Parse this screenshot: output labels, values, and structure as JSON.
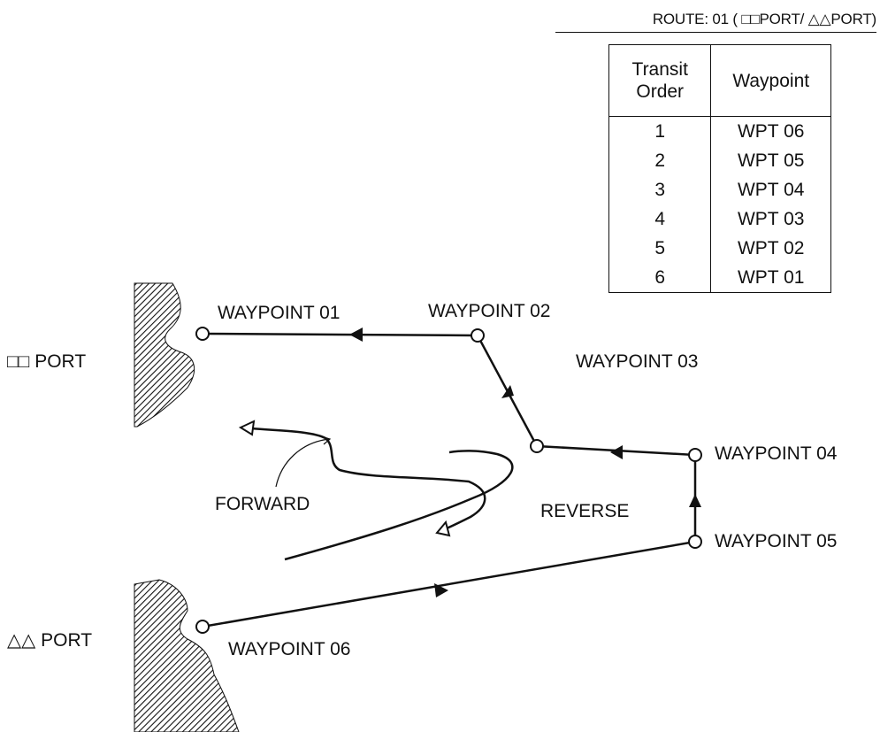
{
  "route_header": "ROUTE: 01 ( □□PORT/ △△PORT)",
  "table": {
    "headers": [
      "Transit Order",
      "Waypoint"
    ],
    "rows": [
      {
        "order": "1",
        "waypoint": "WPT 06"
      },
      {
        "order": "2",
        "waypoint": "WPT 05"
      },
      {
        "order": "3",
        "waypoint": "WPT 04"
      },
      {
        "order": "4",
        "waypoint": "WPT 03"
      },
      {
        "order": "5",
        "waypoint": "WPT 02"
      },
      {
        "order": "6",
        "waypoint": "WPT 01"
      }
    ]
  },
  "labels": {
    "port_top": "□□ PORT",
    "port_bottom": "△△ PORT",
    "wp01": "WAYPOINT 01",
    "wp02": "WAYPOINT 02",
    "wp03": "WAYPOINT 03",
    "wp04": "WAYPOINT 04",
    "wp05": "WAYPOINT 05",
    "wp06": "WAYPOINT 06",
    "forward": "FORWARD",
    "reverse": "REVERSE"
  }
}
